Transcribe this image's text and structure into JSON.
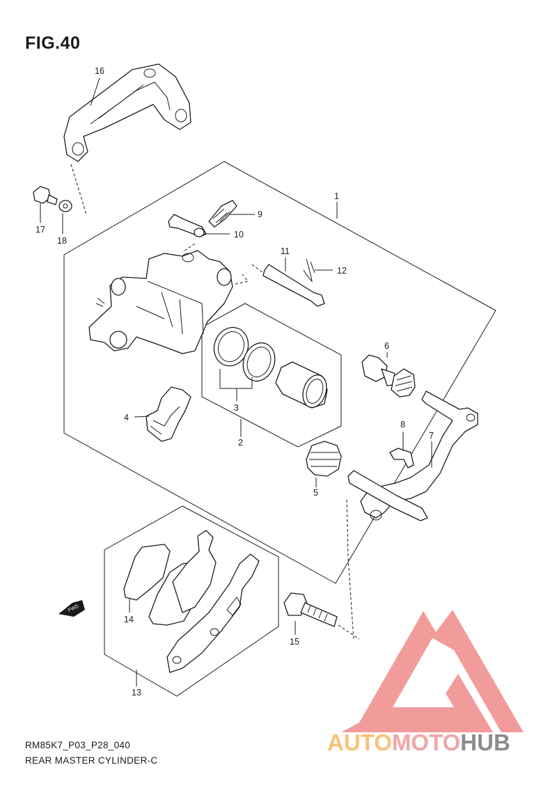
{
  "figure_title": "FIG.40",
  "footer": {
    "model_code": "RM85K7_P03_P28_040",
    "section_name": "REAR MASTER CYLINDER-C"
  },
  "fwd_label": "FWD",
  "callouts": [
    "1",
    "2",
    "3",
    "4",
    "5",
    "6",
    "7",
    "8",
    "9",
    "10",
    "11",
    "12",
    "13",
    "14",
    "15",
    "16",
    "17",
    "18"
  ],
  "watermark": {
    "part1": "AUTO",
    "part2": "MOTO",
    "part3": "HUB",
    "colors": {
      "part1": "#f6c27a",
      "part2": "#f2a6a6",
      "part3": "#8c8c8c",
      "logo": "#f08a8a"
    }
  }
}
